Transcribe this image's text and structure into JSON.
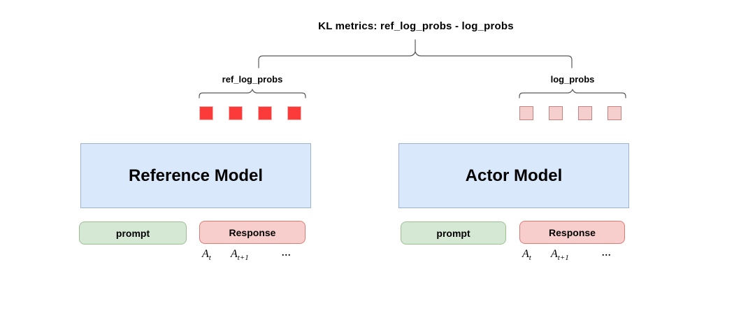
{
  "title": "KL metrics: ref_log_probs - log_probs",
  "colors": {
    "brace": "#595959",
    "model_fill": "#dae8fc",
    "model_border": "#9cb3d6",
    "prompt_fill": "#d5e8d4",
    "prompt_border": "#9dc093",
    "response_fill": "#f8cecc",
    "response_border": "#de7a73",
    "ref_square_fill": "#fb3a3a",
    "ref_square_border": "#f1b3af",
    "log_square_fill": "#f5cfce",
    "log_square_border": "#c9817f"
  },
  "left": {
    "group_label": "ref_log_probs",
    "model_label": "Reference Model",
    "prompt_label": "prompt",
    "response_label": "Response",
    "tokens": [
      {
        "base": "A",
        "sub": "t"
      },
      {
        "base": "A",
        "sub": "t+1"
      }
    ],
    "ellipsis": "..."
  },
  "right": {
    "group_label": "log_probs",
    "model_label": "Actor Model",
    "prompt_label": "prompt",
    "response_label": "Response",
    "tokens": [
      {
        "base": "A",
        "sub": "t"
      },
      {
        "base": "A",
        "sub": "t+1"
      }
    ],
    "ellipsis": "..."
  }
}
